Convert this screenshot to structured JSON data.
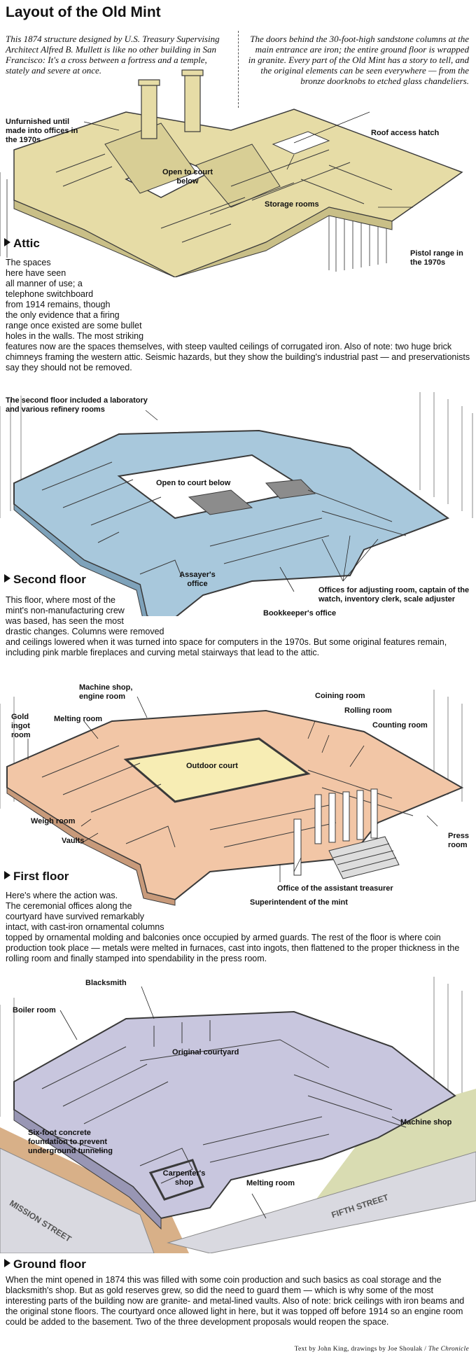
{
  "title": "Layout of the Old Mint",
  "intro": {
    "left": "This 1874 structure designed by U.S. Treasury Supervising Architect Alfred B. Mullett is like no other building in San Francisco: It's a cross between a fortress and a temple, stately and severe at once.",
    "right": "The doors behind the 30-foot-high sandstone columns at the main entrance are iron; the entire ground floor is wrapped in granite. Every part of the Old Mint has a story to tell, and the original elements can be seen everywhere — from the bronze doorknobs to etched glass chandeliers."
  },
  "colors": {
    "attic": "#e6dca6",
    "second_floor": "#a8c8dc",
    "first_floor": "#f2c6a6",
    "outdoor_court": "#f7edb4",
    "ground_floor": "#c8c6de",
    "wall": "#3a3a3a",
    "sidewalk": "#d9d9e0",
    "earth": "#d8b088",
    "lawn": "#d9dcb2"
  },
  "sections": {
    "attic": {
      "heading": "Attic",
      "labels": {
        "unfurnished": "Unfurnished until made into offices in the 1970s",
        "open_court": "Open to court below",
        "roof_hatch": "Roof access hatch",
        "storage": "Storage rooms",
        "pistol": "Pistol range in the 1970s"
      },
      "text": "The spaces here have seen all manner of use; a telephone switchboard from 1914 remains, though the only evidence that a firing range once existed are some bullet holes in the walls. The most striking features now are the spaces themselves, with steep vaulted ceilings of corrugated iron. Also of note: two huge brick chimneys framing the western attic. Seismic hazards, but they show the building's industrial past — and preservationists say they should not be removed."
    },
    "second": {
      "heading": "Second floor",
      "labels": {
        "lab": "The second floor included a laboratory and various refinery rooms",
        "open_court": "Open to court below",
        "assayer": "Assayer's office",
        "bookkeeper": "Bookkeeper's office",
        "offices": "Offices for adjusting room, captain of the watch, inventory clerk, scale adjuster"
      },
      "text": "This floor, where most of the mint's non-manufacturing crew was based, has seen the most drastic changes. Columns were removed and ceilings lowered when it was turned into space for computers in the 1970s. But some original features remain, including pink marble fireplaces and curving metal stairways that lead to the attic."
    },
    "first": {
      "heading": "First floor",
      "labels": {
        "machine_shop": "Machine shop, engine room",
        "gold_ingot": "Gold ingot room",
        "melting": "Melting room",
        "coining": "Coining room",
        "rolling": "Rolling room",
        "counting": "Counting room",
        "outdoor_court": "Outdoor court",
        "weigh": "Weigh room",
        "vaults": "Vaults",
        "press": "Press room",
        "asst_treasurer": "Office of the assistant treasurer",
        "superintendent": "Superintendent of the mint"
      },
      "text": "Here's where the action was. The ceremonial offices along the courtyard have survived remarkably intact, with cast-iron ornamental columns topped by ornamental molding and balconies once occupied by armed guards. The rest of the floor is where coin production took place — metals were melted in furnaces, cast into ingots, then flattened to the proper thickness in the rolling room and finally stamped into spendability in the press room."
    },
    "ground": {
      "heading": "Ground floor",
      "labels": {
        "blacksmith": "Blacksmith",
        "boiler": "Boiler room",
        "courtyard": "Original courtyard",
        "machine_shop": "Machine shop",
        "foundation": "Six-foot concrete foundation to prevent underground tunneling",
        "carpenter": "Carpenter's shop",
        "melting": "Melting room",
        "mission_st": "MISSION STREET",
        "fifth_st": "FIFTH STREET"
      },
      "text": "When the mint opened in 1874 this was filled with some coin production and such basics as coal storage and the blacksmith's shop. But as gold reserves grew, so did the need to guard them — which is why some of the most interesting parts of the building now are granite- and metal-lined vaults. Also of note: brick ceilings with iron beams and the original stone floors. The courtyard once allowed light in here, but it was topped off before 1914 so an engine room could be added to the basement. Two of the three development proposals would reopen the space."
    }
  },
  "credit": {
    "text_by": "Text by John King,",
    "drawings_by": "drawings by Joe Shoulak /",
    "outlet": "The Chronicle"
  }
}
